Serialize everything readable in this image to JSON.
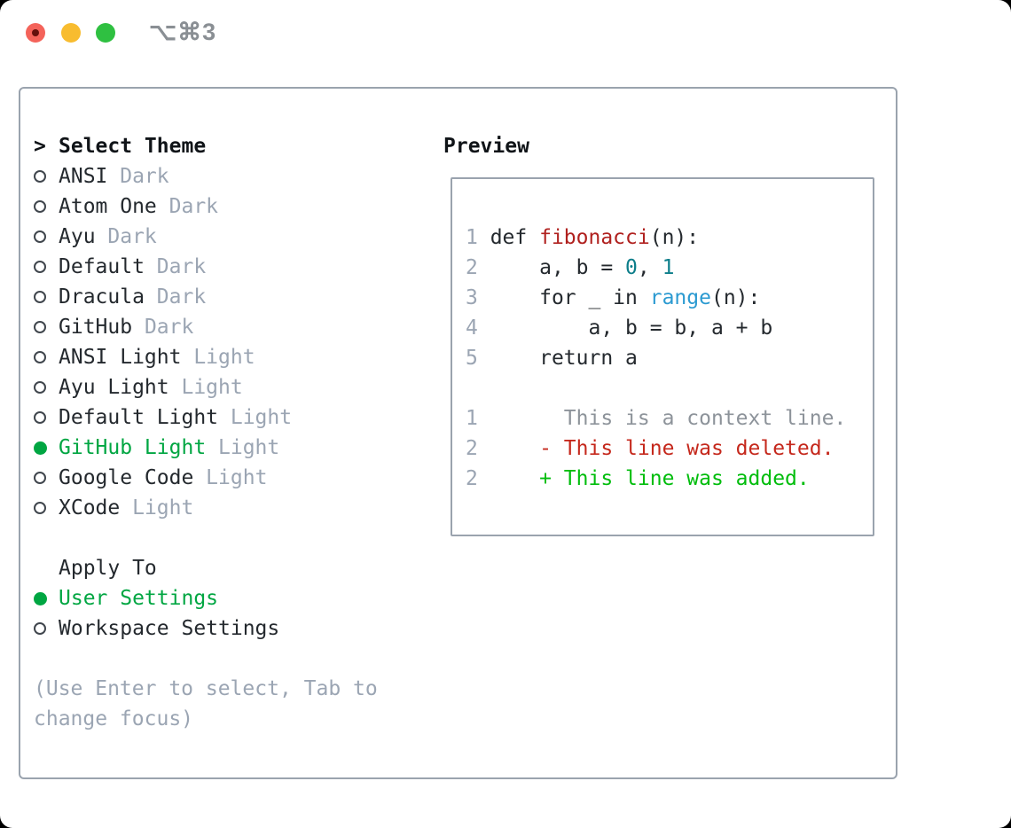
{
  "window": {
    "shortcut_label": "⌥⌘3"
  },
  "colors": {
    "accent_green": "#00a642",
    "added_green": "#00bd0c",
    "deleted_red": "#c5281c",
    "function_red": "#b0211f",
    "number_teal": "#0d7e8a",
    "call_blue": "#2b9ad1",
    "foreground": "#24292e",
    "muted_gray": "#9ba5b3",
    "context_gray": "#8d939a",
    "panel_border": "#9aa3ae",
    "traffic_red": "#f4635a",
    "traffic_yellow": "#f8bc2f",
    "traffic_green": "#2fc041"
  },
  "theme_picker": {
    "title_marker": ">",
    "title": "Select Theme",
    "themes": [
      {
        "name": "ANSI",
        "variant": "Dark",
        "selected": false
      },
      {
        "name": "Atom One",
        "variant": "Dark",
        "selected": false
      },
      {
        "name": "Ayu",
        "variant": "Dark",
        "selected": false
      },
      {
        "name": "Default",
        "variant": "Dark",
        "selected": false
      },
      {
        "name": "Dracula",
        "variant": "Dark",
        "selected": false
      },
      {
        "name": "GitHub",
        "variant": "Dark",
        "selected": false
      },
      {
        "name": "ANSI Light",
        "variant": "Light",
        "selected": false
      },
      {
        "name": "Ayu Light",
        "variant": "Light",
        "selected": false
      },
      {
        "name": "Default Light",
        "variant": "Light",
        "selected": false
      },
      {
        "name": "GitHub Light",
        "variant": "Light",
        "selected": true
      },
      {
        "name": "Google Code",
        "variant": "Light",
        "selected": false
      },
      {
        "name": "XCode",
        "variant": "Light",
        "selected": false
      }
    ],
    "apply_to_title": "Apply To",
    "apply_options": [
      {
        "name": "User Settings",
        "selected": true
      },
      {
        "name": "Workspace Settings",
        "selected": false
      }
    ],
    "help_lines": [
      "(Use Enter to select, Tab to",
      "change focus)"
    ]
  },
  "preview": {
    "title": "Preview",
    "lines": [
      {
        "num": "1",
        "segments": [
          {
            "text": "def ",
            "color": "fg"
          },
          {
            "text": "fibonacci",
            "color": "func"
          },
          {
            "text": "(n):",
            "color": "fg"
          }
        ]
      },
      {
        "num": "2",
        "segments": [
          {
            "text": "    a, b = ",
            "color": "fg"
          },
          {
            "text": "0",
            "color": "num"
          },
          {
            "text": ", ",
            "color": "fg"
          },
          {
            "text": "1",
            "color": "num"
          }
        ]
      },
      {
        "num": "3",
        "segments": [
          {
            "text": "    for _ in ",
            "color": "fg"
          },
          {
            "text": "range",
            "color": "call"
          },
          {
            "text": "(n):",
            "color": "fg"
          }
        ]
      },
      {
        "num": "4",
        "segments": [
          {
            "text": "        a, b = b, a + b",
            "color": "fg"
          }
        ]
      },
      {
        "num": "5",
        "segments": [
          {
            "text": "    return a",
            "color": "fg"
          }
        ]
      },
      {
        "num": "",
        "segments": []
      },
      {
        "num": "1",
        "segments": [
          {
            "text": "      This is a context line.",
            "color": "ctx"
          }
        ]
      },
      {
        "num": "2",
        "segments": [
          {
            "text": "    - This line was deleted.",
            "color": "del"
          }
        ]
      },
      {
        "num": "2",
        "segments": [
          {
            "text": "    + This line was added.",
            "color": "add"
          }
        ]
      }
    ]
  }
}
